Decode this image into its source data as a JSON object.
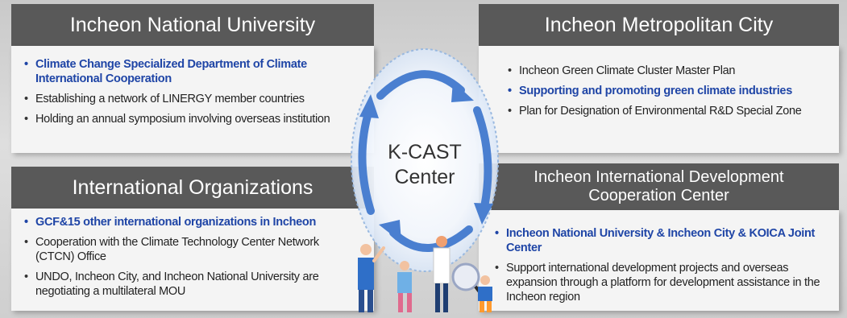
{
  "panels": {
    "inu": {
      "title": "Incheon National University",
      "items": [
        "Climate Change Specialized Department of Climate International Cooperation",
        "Establishing a network of LINERGY member countries",
        "Holding an annual symposium involving overseas institution"
      ]
    },
    "city": {
      "title": "Incheon Metropolitan City",
      "items": [
        "Incheon Green Climate Cluster Master Plan",
        "Supporting and promoting green climate industries",
        "Plan for Designation of Environmental R&D Special Zone"
      ]
    },
    "intl": {
      "title": "International Organizations",
      "items": [
        "GCF&15 other international organizations in Incheon",
        "Cooperation with the Climate Technology Center Network (CTCN) Office",
        "UNDO, Incheon City, and Incheon National University are negotiating a multilateral MOU"
      ]
    },
    "iidcc": {
      "title": "Incheon International Development Cooperation Center",
      "items": [
        "Incheon National University & Incheon City & KOICA Joint Center",
        "Support international development projects and overseas expansion through a platform for development assistance in the Incheon region"
      ]
    }
  },
  "center": {
    "line1": "K-CAST",
    "line2": "Center"
  },
  "colors": {
    "header_bg": "#595959",
    "highlight_text": "#1f45a6",
    "arrow": "#4a7fd0"
  }
}
